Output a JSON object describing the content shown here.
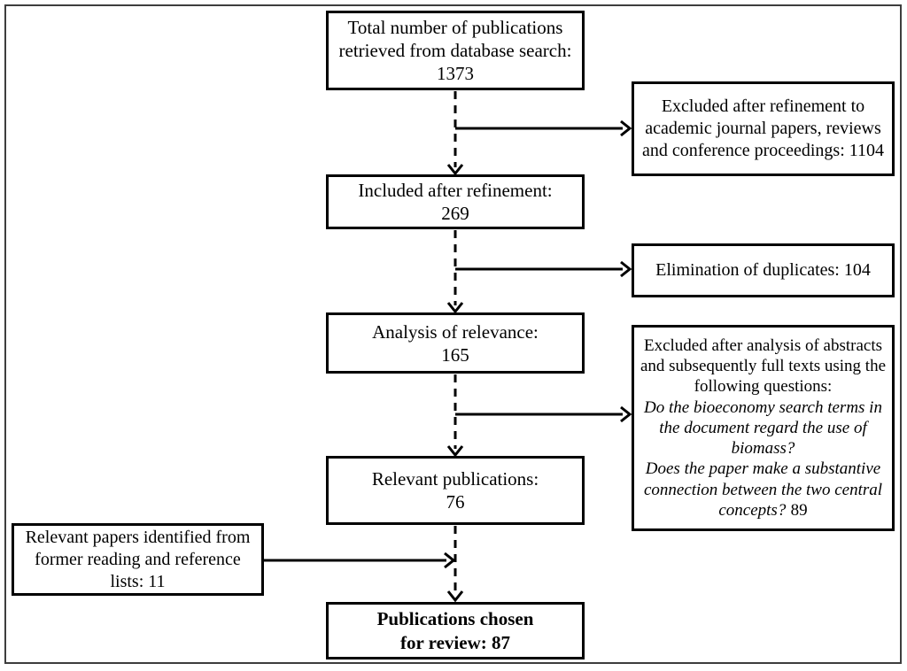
{
  "boxes": {
    "total": {
      "label": "Total number of publications retrieved from database search:",
      "value": "1373"
    },
    "excluded_refinement": {
      "text": "Excluded after refinement to academic journal papers, reviews and conference proceedings: 1104"
    },
    "included": {
      "label": "Included after refinement:",
      "value": "269"
    },
    "duplicates": {
      "text": "Elimination of duplicates: 104"
    },
    "analysis": {
      "label": "Analysis of relevance:",
      "value": "165"
    },
    "excluded_analysis": {
      "intro": "Excluded after analysis of abstracts and subsequently full texts using the following questions:",
      "question1": "Do the bioeconomy search terms in the document regard the use of biomass?",
      "question2": "Does the paper make a substantive connection between the two central concepts?",
      "value": "89"
    },
    "relevant": {
      "label": "Relevant publications:",
      "value": "76"
    },
    "former_reading": {
      "text": "Relevant papers identified from former reading and reference lists: 11"
    },
    "chosen": {
      "line1": "Publications chosen",
      "line2": "for review: 87"
    }
  },
  "colors": {
    "line": "#000000",
    "box_border": "#000000",
    "frame_border": "#3d3d3d",
    "background": "#ffffff",
    "text": "#000000"
  }
}
